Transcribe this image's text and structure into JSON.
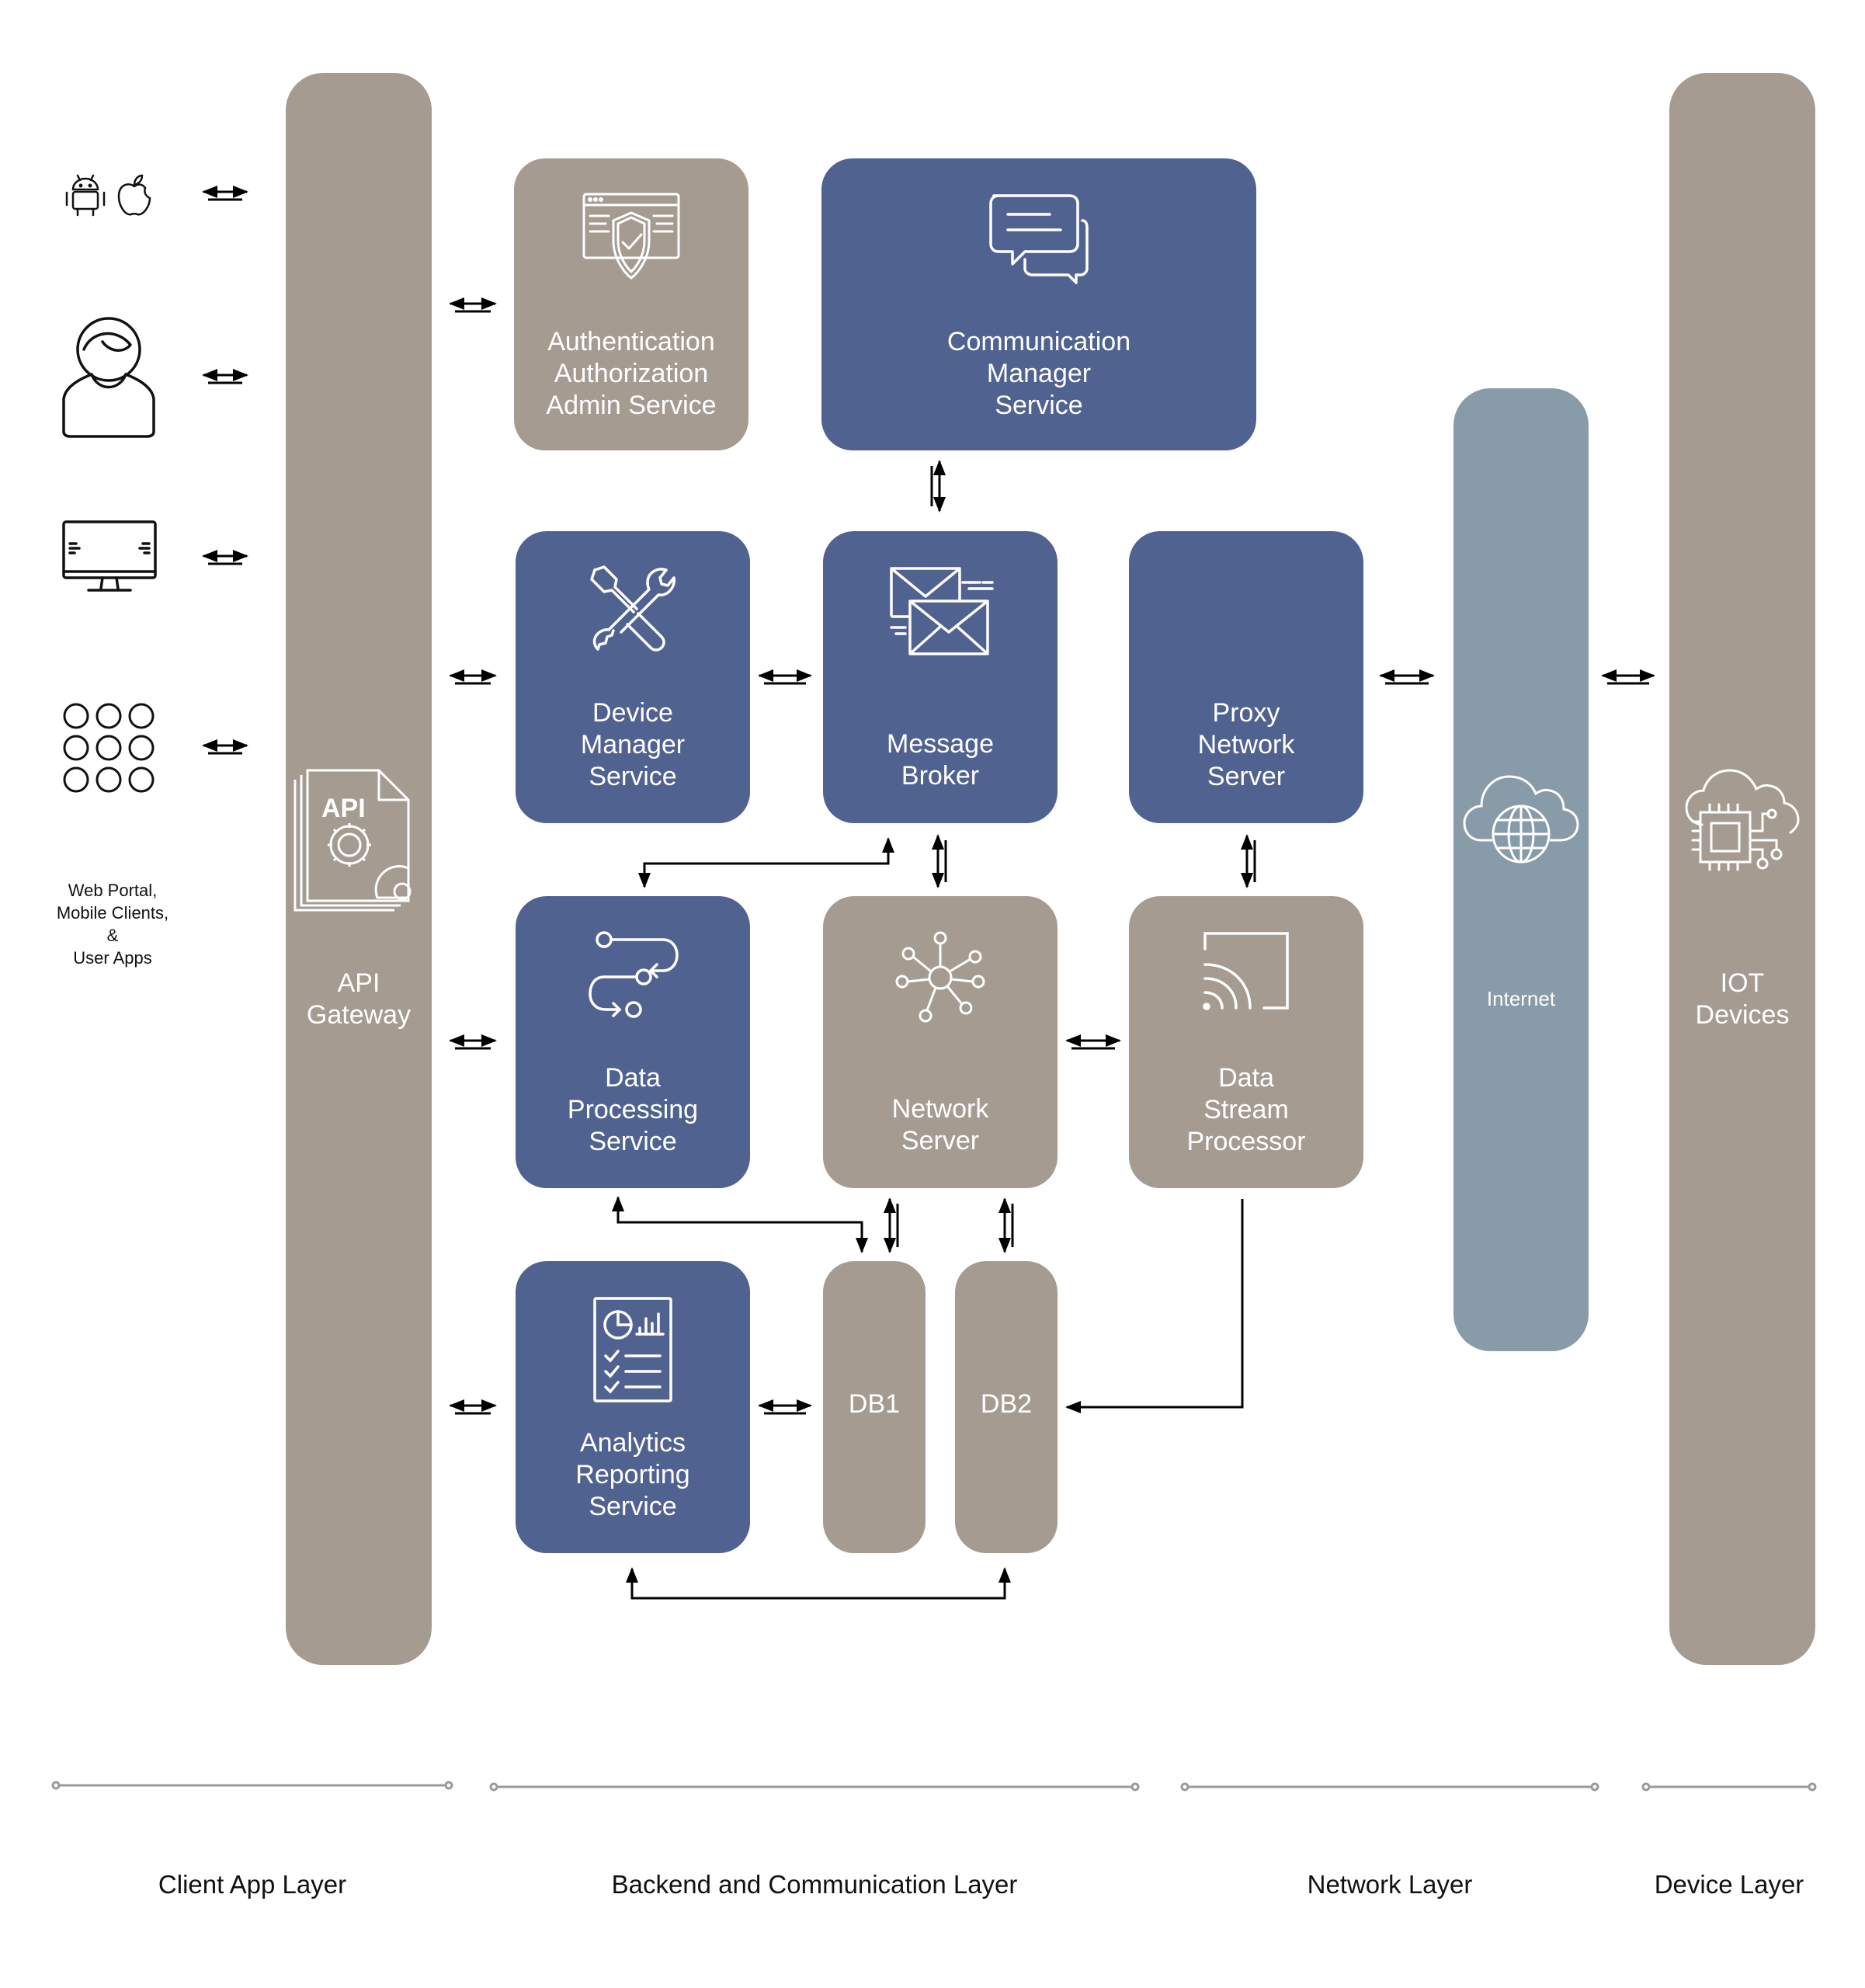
{
  "client_caption": "Web Portal,\nMobile Clients,\n&\nUser Apps",
  "api_gateway": "API\nGateway",
  "api_icon_text": "API",
  "iot_devices": "IOT\nDevices",
  "internet": "Internet",
  "services": {
    "auth": "Authentication\nAuthorization\nAdmin Service",
    "comm": "Communication\nManager\nService",
    "device": "Device\nManager\nService",
    "broker": "Message\nBroker",
    "proxy": "Proxy\nNetwork\nServer",
    "processing": "Data\nProcessing\nService",
    "network": "Network\nServer",
    "stream": "Data\nStream\nProcessor",
    "analytics": "Analytics\nReporting\nService",
    "db1": "DB1",
    "db2": "DB2"
  },
  "layers": {
    "client": "Client App Layer",
    "backend": "Backend and Communication Layer",
    "network": "Network Layer",
    "device": "Device Layer"
  },
  "colors": {
    "blue": "#506290",
    "taupe": "#a59b91",
    "steel": "#889ba8"
  },
  "icons": [
    "android-icon",
    "apple-icon",
    "user-icon",
    "monitor-icon",
    "app-grid-icon",
    "api-document-icon",
    "security-shield-icon",
    "chat-bubbles-icon",
    "tools-icon",
    "envelopes-icon",
    "workflow-icon",
    "network-hub-icon",
    "cast-signal-icon",
    "report-icon",
    "cloud-globe-icon",
    "cloud-chip-icon"
  ]
}
